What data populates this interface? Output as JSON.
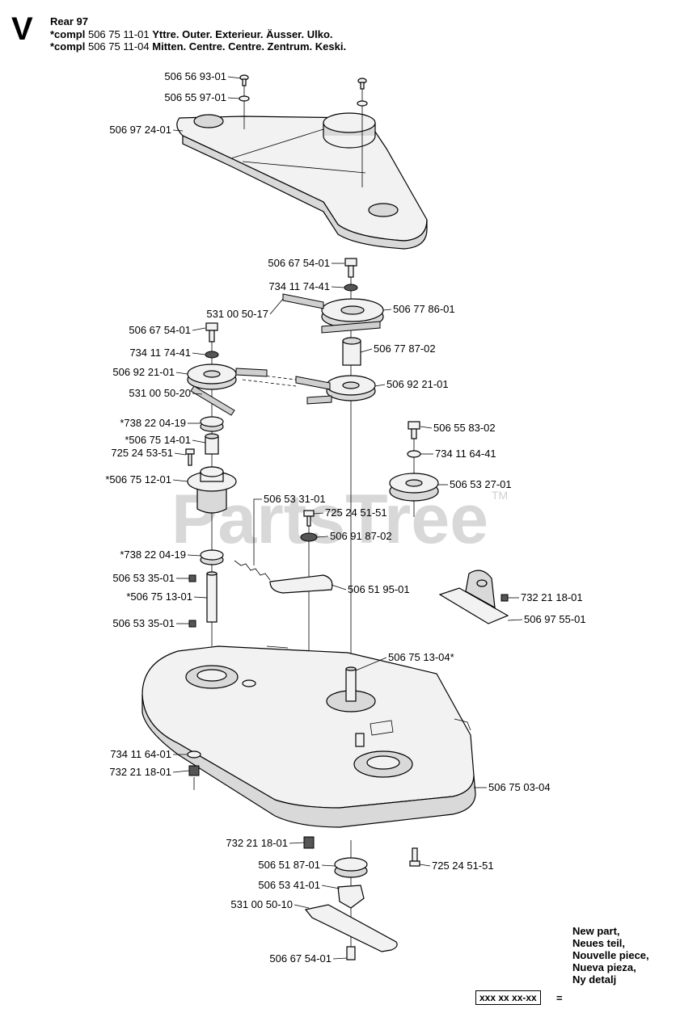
{
  "header": {
    "letter": "V",
    "line1": "Rear 97",
    "line2_prefix": "*compl",
    "line2_code": "506 75 11-01",
    "line2_desc": "Yttre. Outer. Exterieur. Äusser. Ulko.",
    "line3_prefix": "*compl",
    "line3_code": "506 75 11-04",
    "line3_desc": "Mitten. Centre. Centre. Zentrum. Keski."
  },
  "watermark": {
    "text": "PartsTree",
    "tm": "TM"
  },
  "labels": [
    "506 56 93-01",
    "506 55 97-01",
    "506 97 24-01",
    "506 67 54-01",
    "734 11 74-41",
    "531 00 50-17",
    "506 77 86-01",
    "506 67 54-01",
    "734 11 74-41",
    "506 77 87-02",
    "506 92 21-01",
    "506 92 21-01",
    "531 00 50-20",
    "*738 22 04-19",
    "506 55 83-02",
    "*506 75 14-01",
    "725 24 53-51",
    "734 11 64-41",
    "*506 75 12-01",
    "506 53 27-01",
    "506 53 31-01",
    "725 24 51-51",
    "506 91 87-02",
    "*738 22 04-19",
    "506 53 35-01",
    "506 51 95-01",
    "*506 75 13-01",
    "732 21 18-01",
    "506 97 55-01",
    "506 53 35-01",
    "506 75 13-04*",
    "734 11 64-01",
    "732 21 18-01",
    "506 75 03-04",
    "732 21 18-01",
    "506 51 87-01",
    "725 24 51-51",
    "506 53 41-01",
    "531 00 50-10",
    "506 67 54-01"
  ],
  "legend": {
    "lines": [
      "New part,",
      "Neues teil,",
      "Nouvelle piece,",
      "Nueva pieza,",
      "Ny detalj"
    ],
    "box": "xxx xx xx-xx",
    "equals": "="
  }
}
